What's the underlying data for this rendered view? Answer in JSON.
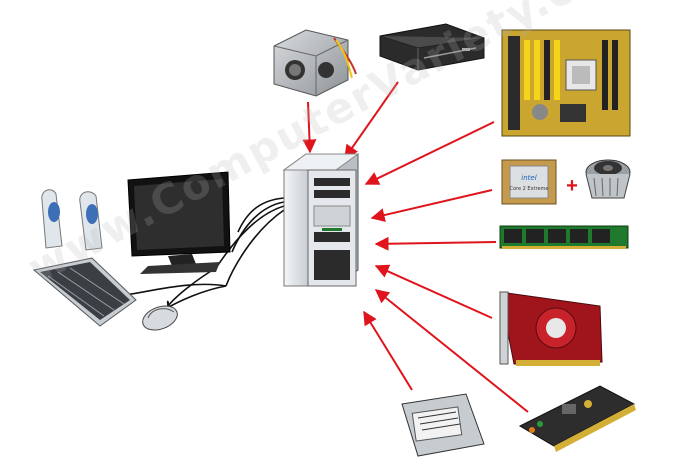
{
  "watermark": {
    "text": "www.ComputerVariety.com"
  },
  "cpu": {
    "brand": "intel",
    "line1": "Core 2 Extreme"
  },
  "connector": {
    "plus": "+"
  },
  "colors": {
    "arrow": "#e0141c",
    "cable": "#111111",
    "board_green": "#1f7a2e",
    "tower": "#e4e8ec"
  },
  "icons": [
    "power-supply-icon",
    "optical-drive-icon",
    "motherboard-icon",
    "processor-icon",
    "cpu-cooler-icon",
    "ram-module-icon",
    "graphics-card-icon",
    "sound-card-icon",
    "hard-drive-icon",
    "system-unit-icon",
    "monitor-icon",
    "speakers-icon",
    "keyboard-icon",
    "mouse-icon"
  ]
}
